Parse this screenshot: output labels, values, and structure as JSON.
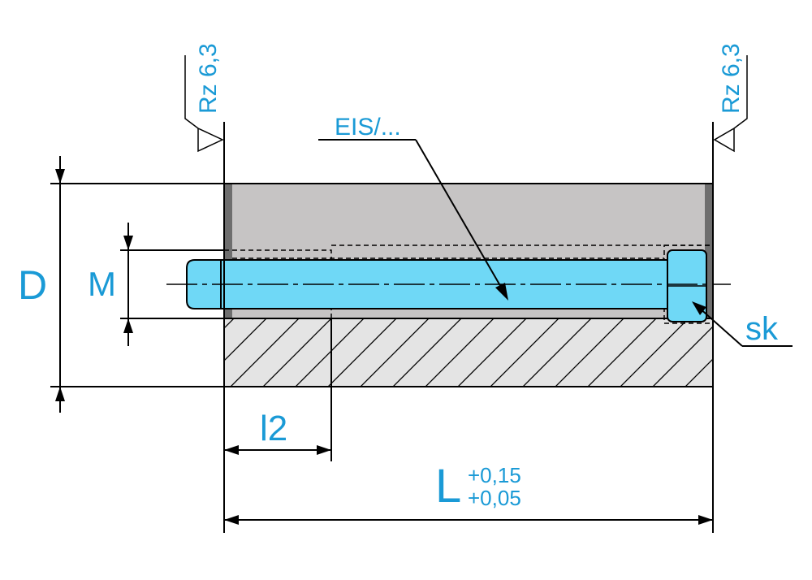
{
  "labels": {
    "roughness_left": "Rz 6,3",
    "roughness_right": "Rz 6,3",
    "part_ref": "EIS/...",
    "diameter": "D",
    "thread": "M",
    "key_size": "sk",
    "thread_length": "l2",
    "length": "L",
    "tol_upper": "+0,15",
    "tol_lower": "+0,05"
  },
  "colors": {
    "label": "#1a9ad6",
    "screw": "#6fd8f6",
    "body": "#c6c4c4",
    "line": "#000000"
  }
}
